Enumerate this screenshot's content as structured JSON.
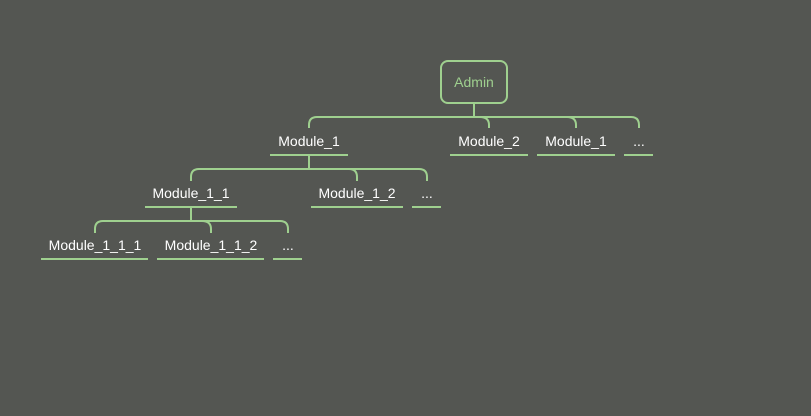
{
  "colors": {
    "background": "#545652",
    "accent": "#9fd08f",
    "text": "#ffffff"
  },
  "root": {
    "label": "Admin"
  },
  "level1": [
    {
      "label": "Module_1"
    },
    {
      "label": "Module_2"
    },
    {
      "label": "Module_1"
    },
    {
      "label": "..."
    }
  ],
  "level2": [
    {
      "label": "Module_1_1"
    },
    {
      "label": "Module_1_2"
    },
    {
      "label": "..."
    }
  ],
  "level3": [
    {
      "label": "Module_1_1_1"
    },
    {
      "label": "Module_1_1_2"
    },
    {
      "label": "..."
    }
  ]
}
